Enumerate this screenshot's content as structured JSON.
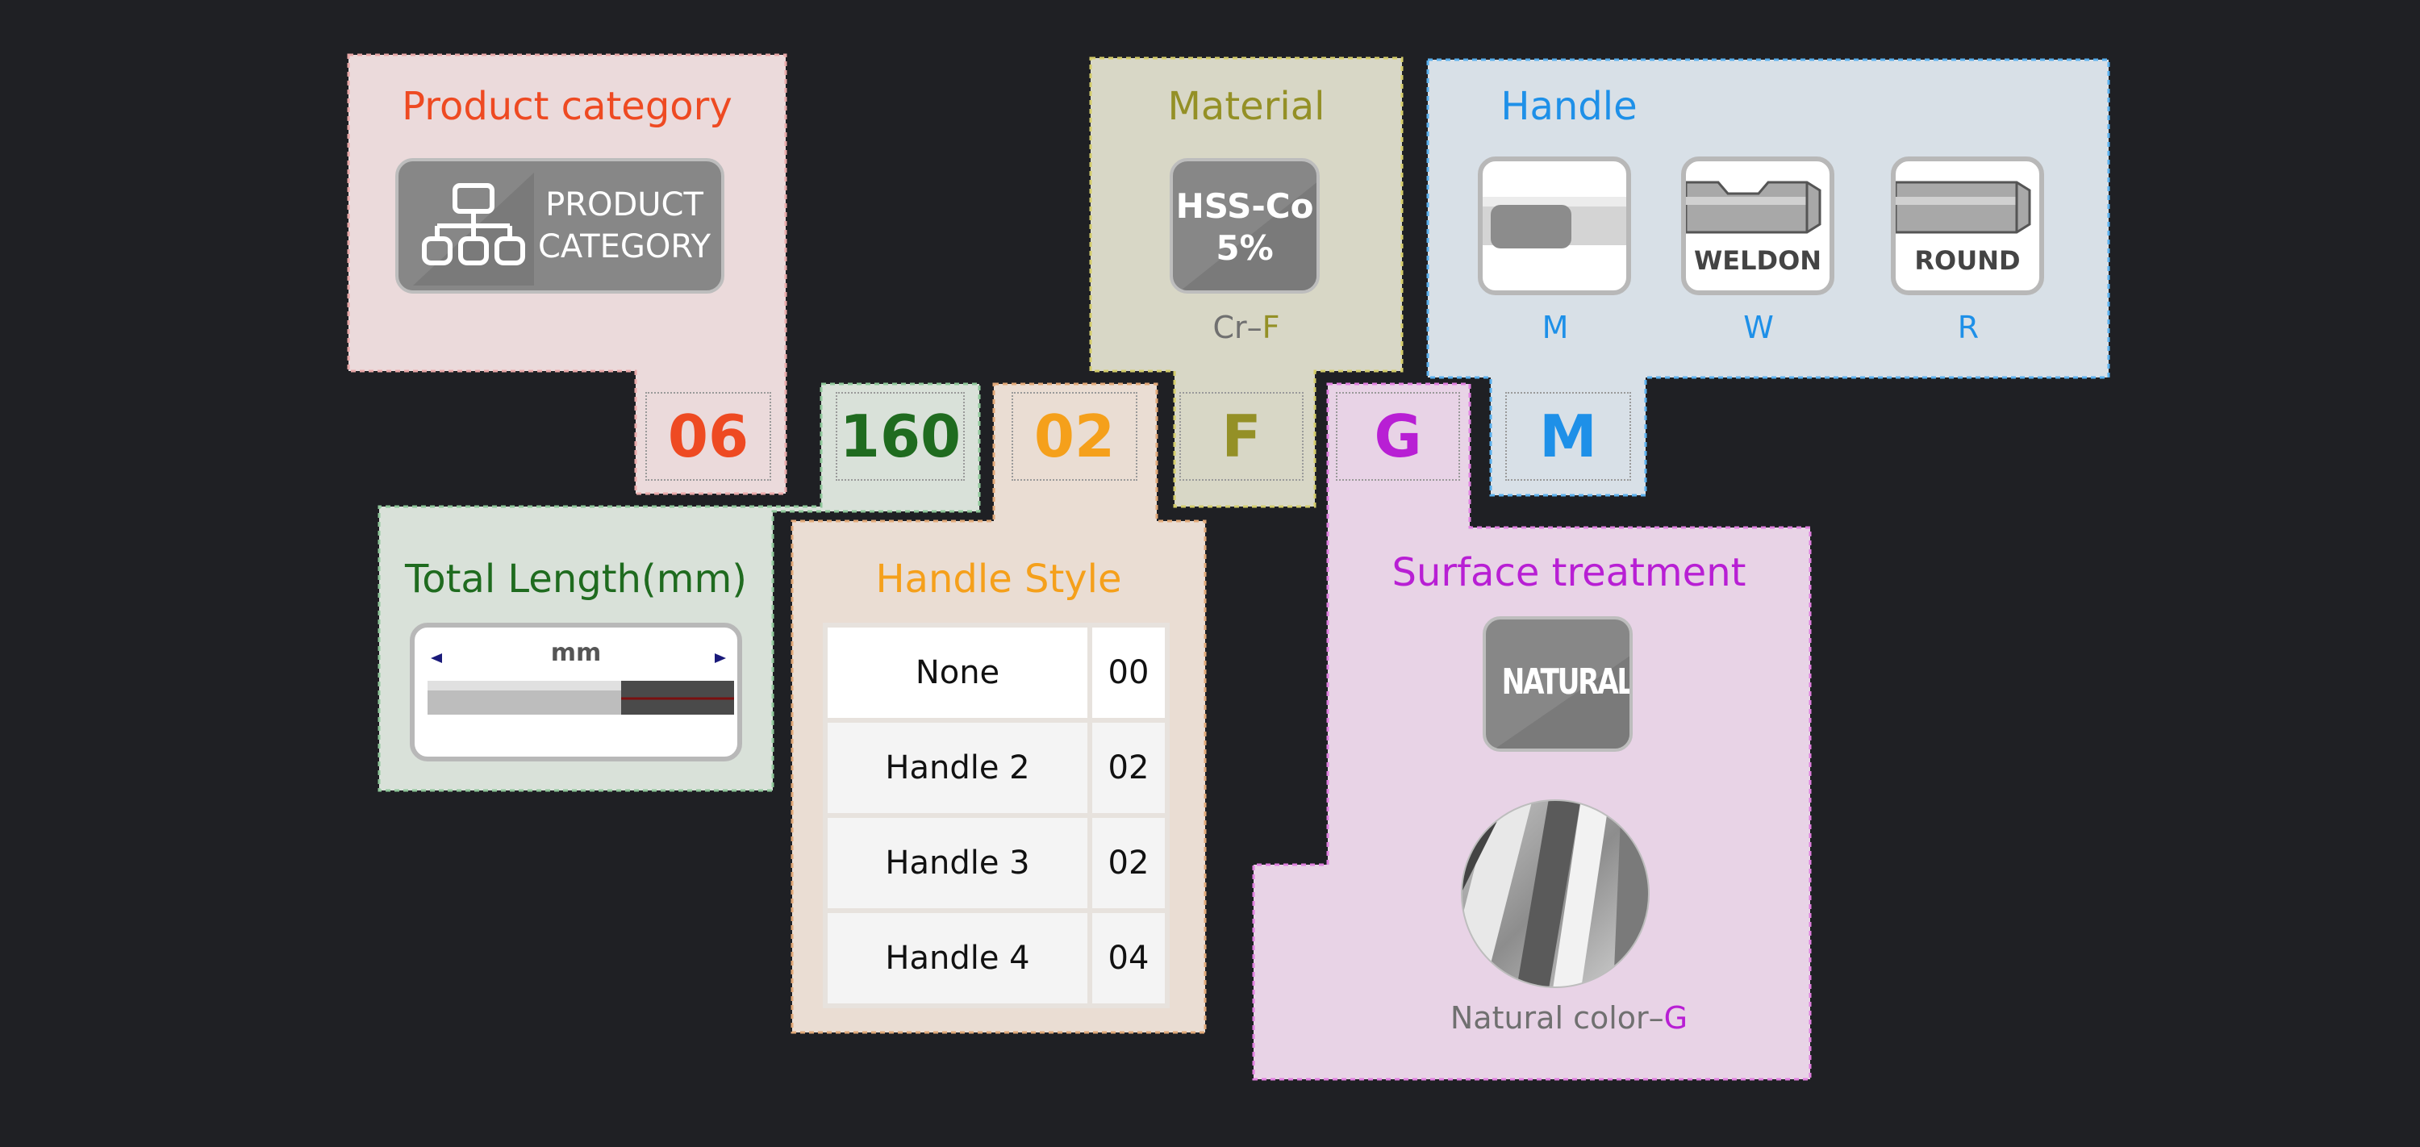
{
  "product_category": {
    "title": "Product category",
    "icon_line1": "PRODUCT",
    "icon_line2": "CATEGORY",
    "code": "06",
    "color": "#ee4a22"
  },
  "total_length": {
    "title": "Total Length(mm)",
    "unit_label": "mm",
    "code": "160",
    "color": "#1f6b1f"
  },
  "handle_style": {
    "title": "Handle Style",
    "code": "02",
    "color": "#f5a01b",
    "rows": [
      {
        "name": "None",
        "code": "00"
      },
      {
        "name": "Handle 2",
        "code": "02"
      },
      {
        "name": "Handle 3",
        "code": "02"
      },
      {
        "name": "Handle 4",
        "code": "04"
      }
    ]
  },
  "material": {
    "title": "Material",
    "icon_line1": "HSS-Co",
    "icon_line2": "5%",
    "caption_prefix": "Cr–",
    "caption_code": "F",
    "code": "F",
    "color": "#949026"
  },
  "surface_treatment": {
    "title": "Surface treatment",
    "icon_label": "NATURAL",
    "caption_prefix": "Natural color–",
    "caption_code": "G",
    "code": "G",
    "color": "#b81fd4"
  },
  "handle": {
    "title": "Handle",
    "code": "M",
    "color": "#1e90e8",
    "options": [
      {
        "label": "",
        "code": "M"
      },
      {
        "label": "WELDON",
        "code": "W"
      },
      {
        "label": "ROUND",
        "code": "R"
      }
    ]
  }
}
